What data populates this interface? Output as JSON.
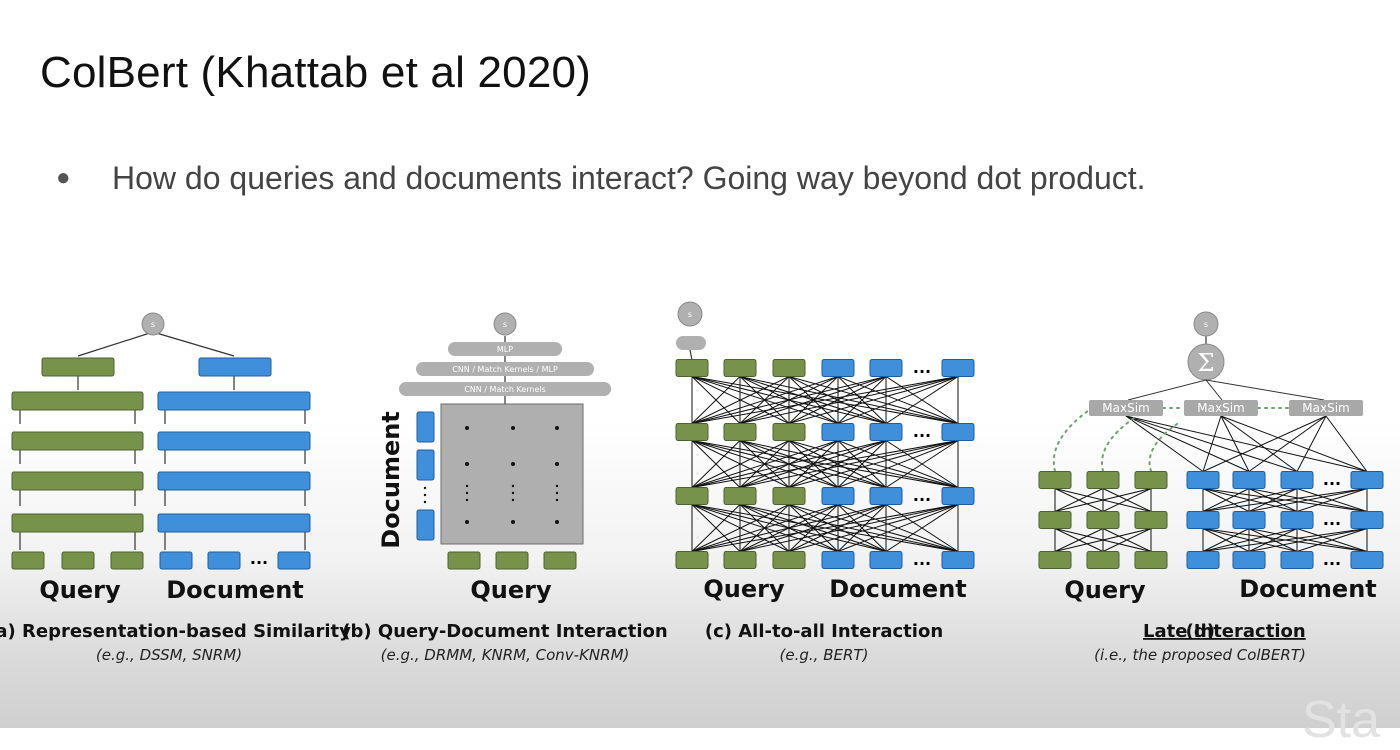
{
  "slide": {
    "title": "ColBert (Khattab et al 2020)",
    "bullet": "How do queries and documents interact? Going way beyond dot product.",
    "bullet_marker": "●",
    "watermark": "Sta"
  },
  "colors": {
    "query_green": "#77934A",
    "document_blue": "#3F8FDB",
    "node_gray": "#B0B0B0",
    "matrix_gray": "#AFAFAF"
  },
  "panels": {
    "a": {
      "caption": "(a) Representation-based Similarity",
      "examples": "(e.g., DSSM, SNRM)",
      "query_label": "Query",
      "document_label": "Document",
      "score_label": "s",
      "ellipsis": "..."
    },
    "b": {
      "caption": "(b) Query-Document Interaction",
      "examples": "(e.g., DRMM, KNRM, Conv-KNRM)",
      "query_label": "Query",
      "document_label": "Document",
      "score_label": "s",
      "layer_1": "MLP",
      "layer_2": "CNN / Match Kernels / MLP",
      "layer_3": "CNN / Match Kernels",
      "ellipsis": "..."
    },
    "c": {
      "caption": "(c) All-to-all Interaction",
      "examples": "(e.g., BERT)",
      "query_label": "Query",
      "document_label": "Document",
      "score_label": "s",
      "ellipsis": "..."
    },
    "d": {
      "caption": "(d) Late Interaction",
      "examples": "(i.e., the proposed ColBERT)",
      "query_label": "Query",
      "document_label": "Document",
      "score_label": "s",
      "sum_symbol": "Σ",
      "maxsim_1": "MaxSim",
      "maxsim_2": "MaxSim",
      "maxsim_3": "MaxSim",
      "ellipsis": "..."
    }
  }
}
